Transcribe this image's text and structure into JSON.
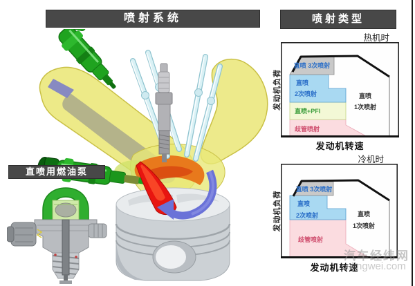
{
  "titles": {
    "system": "喷射系统",
    "injection_type": "喷射类型",
    "pump": "直喷用燃油泵"
  },
  "charts": [
    {
      "condition": "热机时",
      "xlabel": "发动机转速",
      "ylabel": "发动机负荷",
      "regions": {
        "di3": "直喷 3次喷射",
        "di2_l1": "直喷",
        "di2_l2": "2次喷射",
        "di_pfi": "直喷+PFI",
        "manifold": "歧管喷射",
        "di1_l1": "直喷",
        "di1_l2": "1次喷射"
      }
    },
    {
      "condition": "冷机时",
      "xlabel": "发动机转速",
      "ylabel": "发动机负荷",
      "regions": {
        "di3": "直喷 3次喷射",
        "di2_l1": "直喷",
        "di2_l2": "2次喷射",
        "manifold": "歧管喷射",
        "di1_l1": "直喷",
        "di1_l2": "1次喷射"
      }
    }
  ],
  "watermark": {
    "line1": "汽车经纬网",
    "line2": "ejingwei.com"
  },
  "colors": {
    "title_bar": "#484848",
    "region_di3": "#c9c9c9",
    "region_di2": "#a9d9f2",
    "region_di_pfi": "#f3f8d6",
    "region_manifold": "#fbdce0",
    "region_di1": "#fefefe",
    "text_blue": "#2b6fc8",
    "text_green": "#3f9f3f",
    "text_red": "#d05070",
    "text_dark": "#333333",
    "envelope_line": "#111111"
  },
  "chart_data": [
    {
      "type": "region-map",
      "condition": "热机时",
      "xlabel": "发动机转速",
      "ylabel": "发动机负荷",
      "envelope": "thick black full-load line rising then falling with speed",
      "regions": [
        {
          "label": "直喷 3次喷射",
          "color": "#c9c9c9",
          "area": "highest load, low-mid speed"
        },
        {
          "label": "直喷 2次喷射",
          "color": "#a9d9f2",
          "area": "high load, low-mid speed"
        },
        {
          "label": "直喷+PFI",
          "color": "#f3f8d6",
          "area": "mid load, low-mid speed"
        },
        {
          "label": "歧管喷射",
          "color": "#fbdce0",
          "area": "low load, low-mid speed"
        },
        {
          "label": "直喷 1次喷射",
          "color": "#fefefe",
          "area": "mid-high speed, all loads"
        }
      ]
    },
    {
      "type": "region-map",
      "condition": "冷机时",
      "xlabel": "发动机转速",
      "ylabel": "发动机负荷",
      "envelope": "thick black full-load line rising then falling with speed",
      "regions": [
        {
          "label": "直喷 3次喷射",
          "color": "#c9c9c9",
          "area": "highest load, low-mid speed"
        },
        {
          "label": "直喷 2次喷射",
          "color": "#a9d9f2",
          "area": "high load, low-mid speed"
        },
        {
          "label": "歧管喷射",
          "color": "#fbdce0",
          "area": "low-mid load, low-mid speed"
        },
        {
          "label": "直喷 1次喷射",
          "color": "#fefefe",
          "area": "mid-high speed, all loads"
        }
      ]
    }
  ]
}
